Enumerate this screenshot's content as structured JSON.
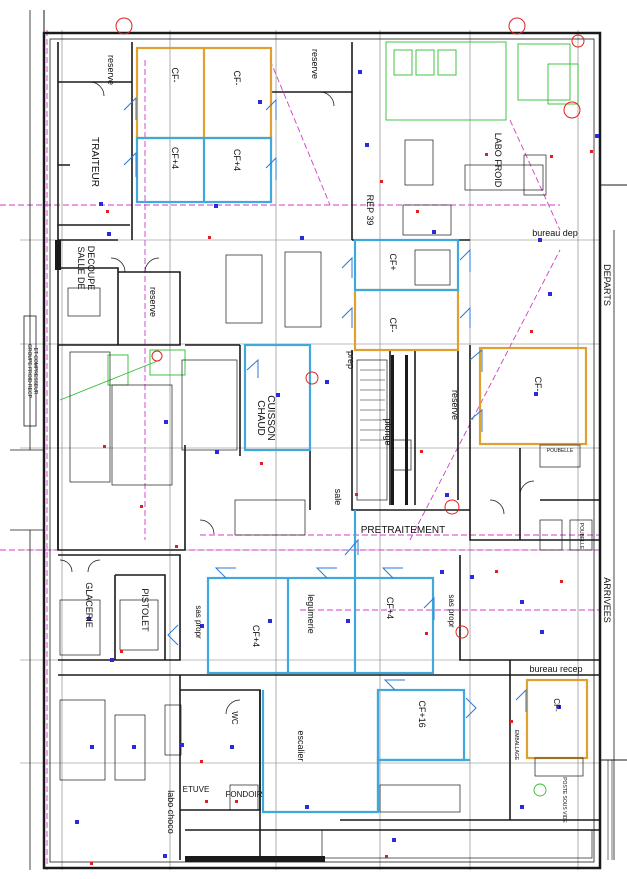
{
  "rooms": {
    "reserve_top": "reserve",
    "reserve_corridor": "reserve",
    "traiteur": "TRAITEUR",
    "cf_top_left": "CF-",
    "cf_top_right": "CF-",
    "cf_plus4_left": "CF+4",
    "cf_plus4_right": "CF+4",
    "rep_39": "REP 39",
    "labo_froid": "LABO FROID",
    "bureau_dep": "bureau dep",
    "cf_plus_mid": "CF+",
    "cf_minus_mid": "CF-",
    "cf_minus_right": "CF-",
    "salle_decoupe_1": "SALLE DE",
    "salle_decoupe_2": "DECOUPE",
    "reserve_mid": "reserve",
    "cuisson_1": "CUISSON",
    "cuisson_2": "CHAUD",
    "plonge": "plonge",
    "prep": "prep",
    "reserve_right": "reserve",
    "sale": "sale",
    "pretraitement": "PRETRAITEMENT",
    "glacerie": "GLACERIE",
    "pistolet": "PISTOLET",
    "sas_propr_left": "sas propr",
    "cf_plus4_bottom": "CF+4",
    "legumerie": "legumerie",
    "cf_plus4_bottom_right": "CF+4",
    "sas_propr_right": "sas propr",
    "bureau_recep": "bureau recep",
    "cf_minus_bottom": "CF-",
    "wc": "WC",
    "escalier": "escalier",
    "cf_plus16": "CF+16",
    "emballage": "EMBALLAGE",
    "labo_choco": "labo choco",
    "etuve": "ETUVE",
    "fondoir": "FONDOIR",
    "poste_sous_vide": "POSTE SOUS VIDE",
    "poubelle_1": "POUBELLE",
    "poubelle_2": "POUBELLE"
  },
  "side_labels": {
    "departs": "DEPARTS",
    "arrivees": "ARRIVEES",
    "groupe_1": "GROUPE FROID RECP",
    "groupe_2": "ET COMPRESSEUR"
  },
  "colors": {
    "wall": "#1a1a1a",
    "cold_room_blue": "#3fa9dc",
    "cold_room_orange": "#e0a030",
    "grid_pink": "#d23cc8",
    "equipment_green": "#2fbf2f",
    "marker_red": "#e02020",
    "marker_blue": "#2a2ad8"
  }
}
